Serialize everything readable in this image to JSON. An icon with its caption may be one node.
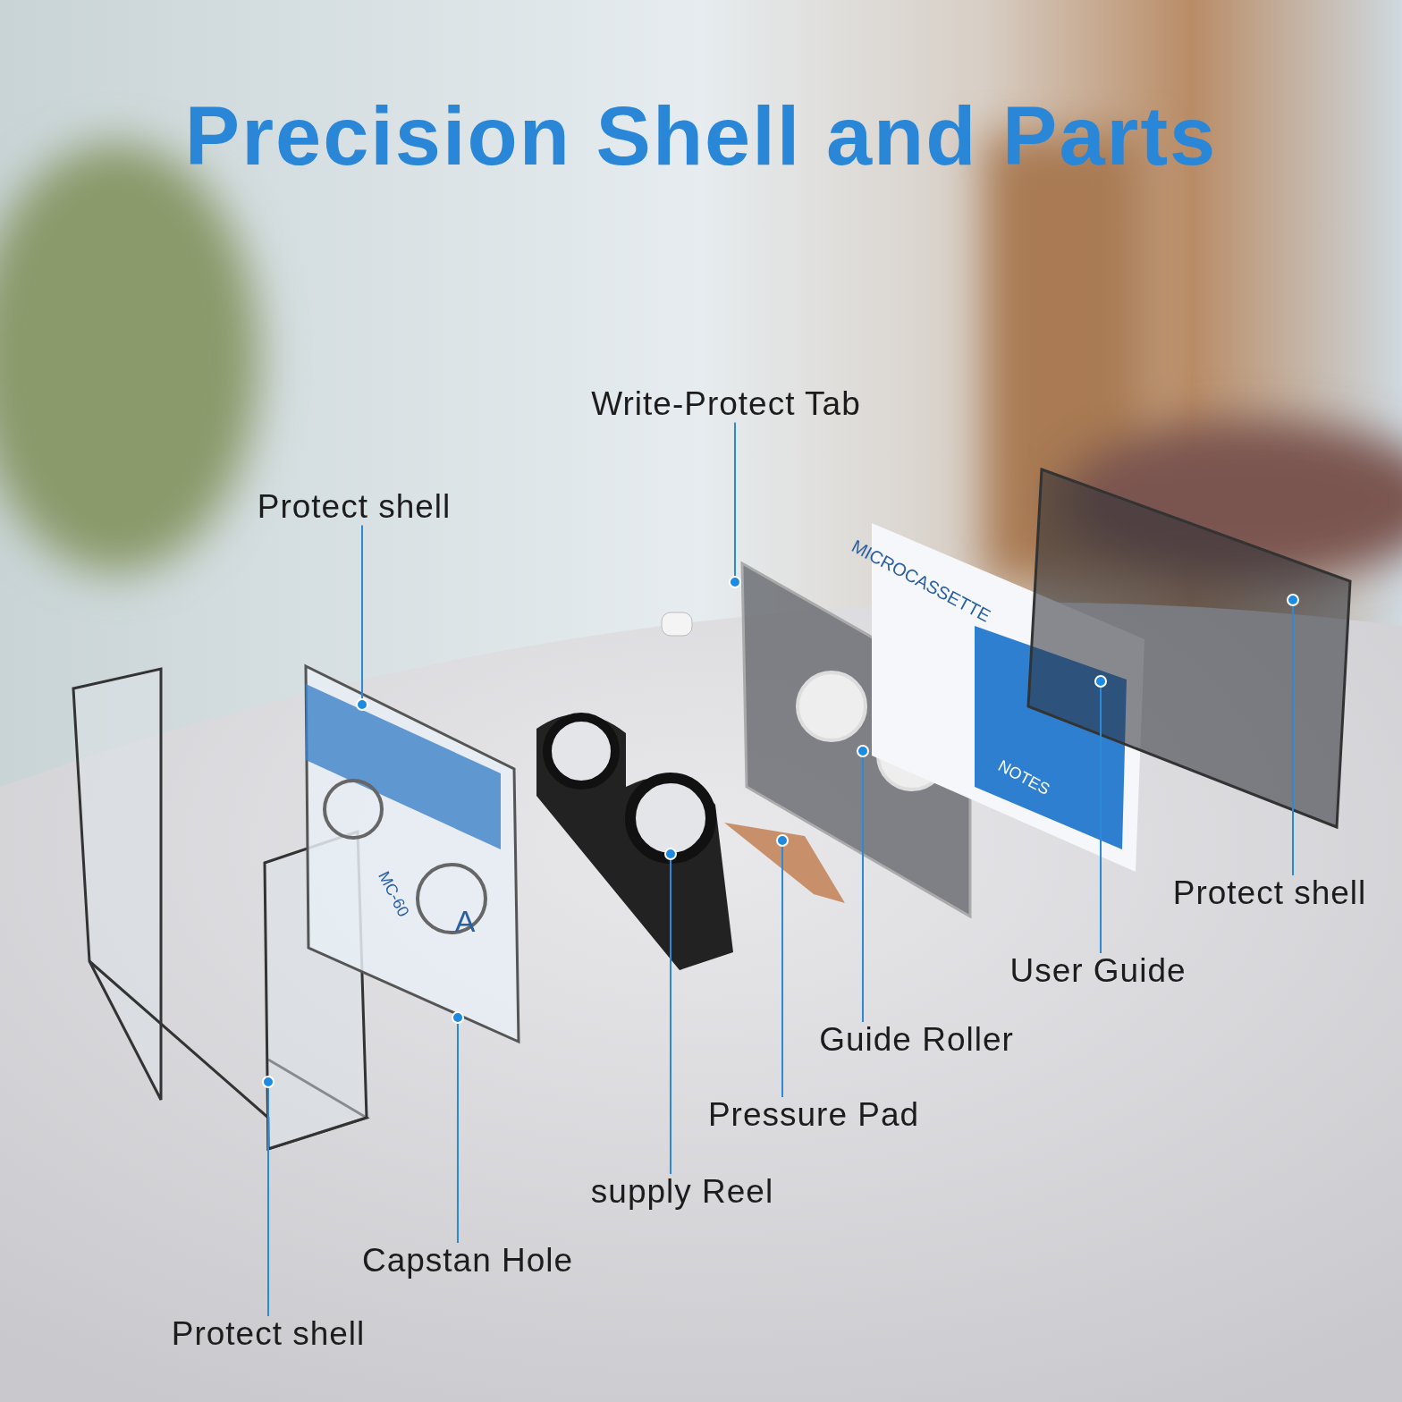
{
  "diagram": {
    "title": "Precision Shell and Parts",
    "nodes": [
      {
        "text": [
          "Write-Protect Tab"
        ]
      },
      {
        "text": [
          "Protect shell"
        ]
      },
      {
        "text": [
          "Protect shell"
        ]
      },
      {
        "text": [
          "User Guide"
        ]
      },
      {
        "text": [
          "Guide Roller"
        ]
      },
      {
        "text": [
          "Pressure Pad"
        ]
      },
      {
        "text": [
          "supply Reel"
        ]
      },
      {
        "text": [
          "Capstan Hole"
        ]
      },
      {
        "text": [
          "Protect shell"
        ]
      },
      {
        "text": [],
        "shape": "circle"
      },
      {
        "text": [],
        "shape": "circle"
      },
      {
        "text": [],
        "shape": "circle"
      },
      {
        "text": [],
        "shape": "circle"
      },
      {
        "text": [],
        "shape": "circle"
      },
      {
        "text": [],
        "shape": "circle"
      },
      {
        "text": [],
        "shape": "circle"
      },
      {
        "text": [],
        "shape": "circle"
      },
      {
        "text": [],
        "shape": "circle"
      }
    ],
    "edges": [
      {
        "from": 0,
        "to": 9,
        "arrow": "none"
      },
      {
        "from": 1,
        "to": 10,
        "arrow": "none"
      },
      {
        "from": 2,
        "to": 11,
        "arrow": "none"
      },
      {
        "from": 3,
        "to": 12,
        "arrow": "none"
      },
      {
        "from": 4,
        "to": 13,
        "arrow": "none"
      },
      {
        "from": 5,
        "to": 14,
        "arrow": "none"
      },
      {
        "from": 6,
        "to": 15,
        "arrow": "none"
      },
      {
        "from": 7,
        "to": 16,
        "arrow": "none"
      },
      {
        "from": 8,
        "to": 17,
        "arrow": "none"
      }
    ],
    "labels": [
      "MICROCASSETTE",
      "NOTES",
      "MC-60",
      "A"
    ]
  }
}
